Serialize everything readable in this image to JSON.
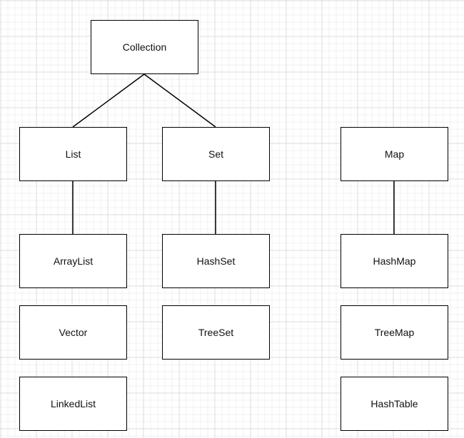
{
  "diagram": {
    "nodes": {
      "collection": "Collection",
      "list": "List",
      "set": "Set",
      "map": "Map",
      "arraylist": "ArrayList",
      "vector": "Vector",
      "linkedlist": "LinkedList",
      "hashset": "HashSet",
      "treeset": "TreeSet",
      "hashmap": "HashMap",
      "treemap": "TreeMap",
      "hashtable": "HashTable"
    },
    "edges": [
      [
        "collection",
        "list"
      ],
      [
        "collection",
        "set"
      ],
      [
        "list",
        "arraylist"
      ],
      [
        "set",
        "hashset"
      ],
      [
        "map",
        "hashmap"
      ]
    ]
  }
}
